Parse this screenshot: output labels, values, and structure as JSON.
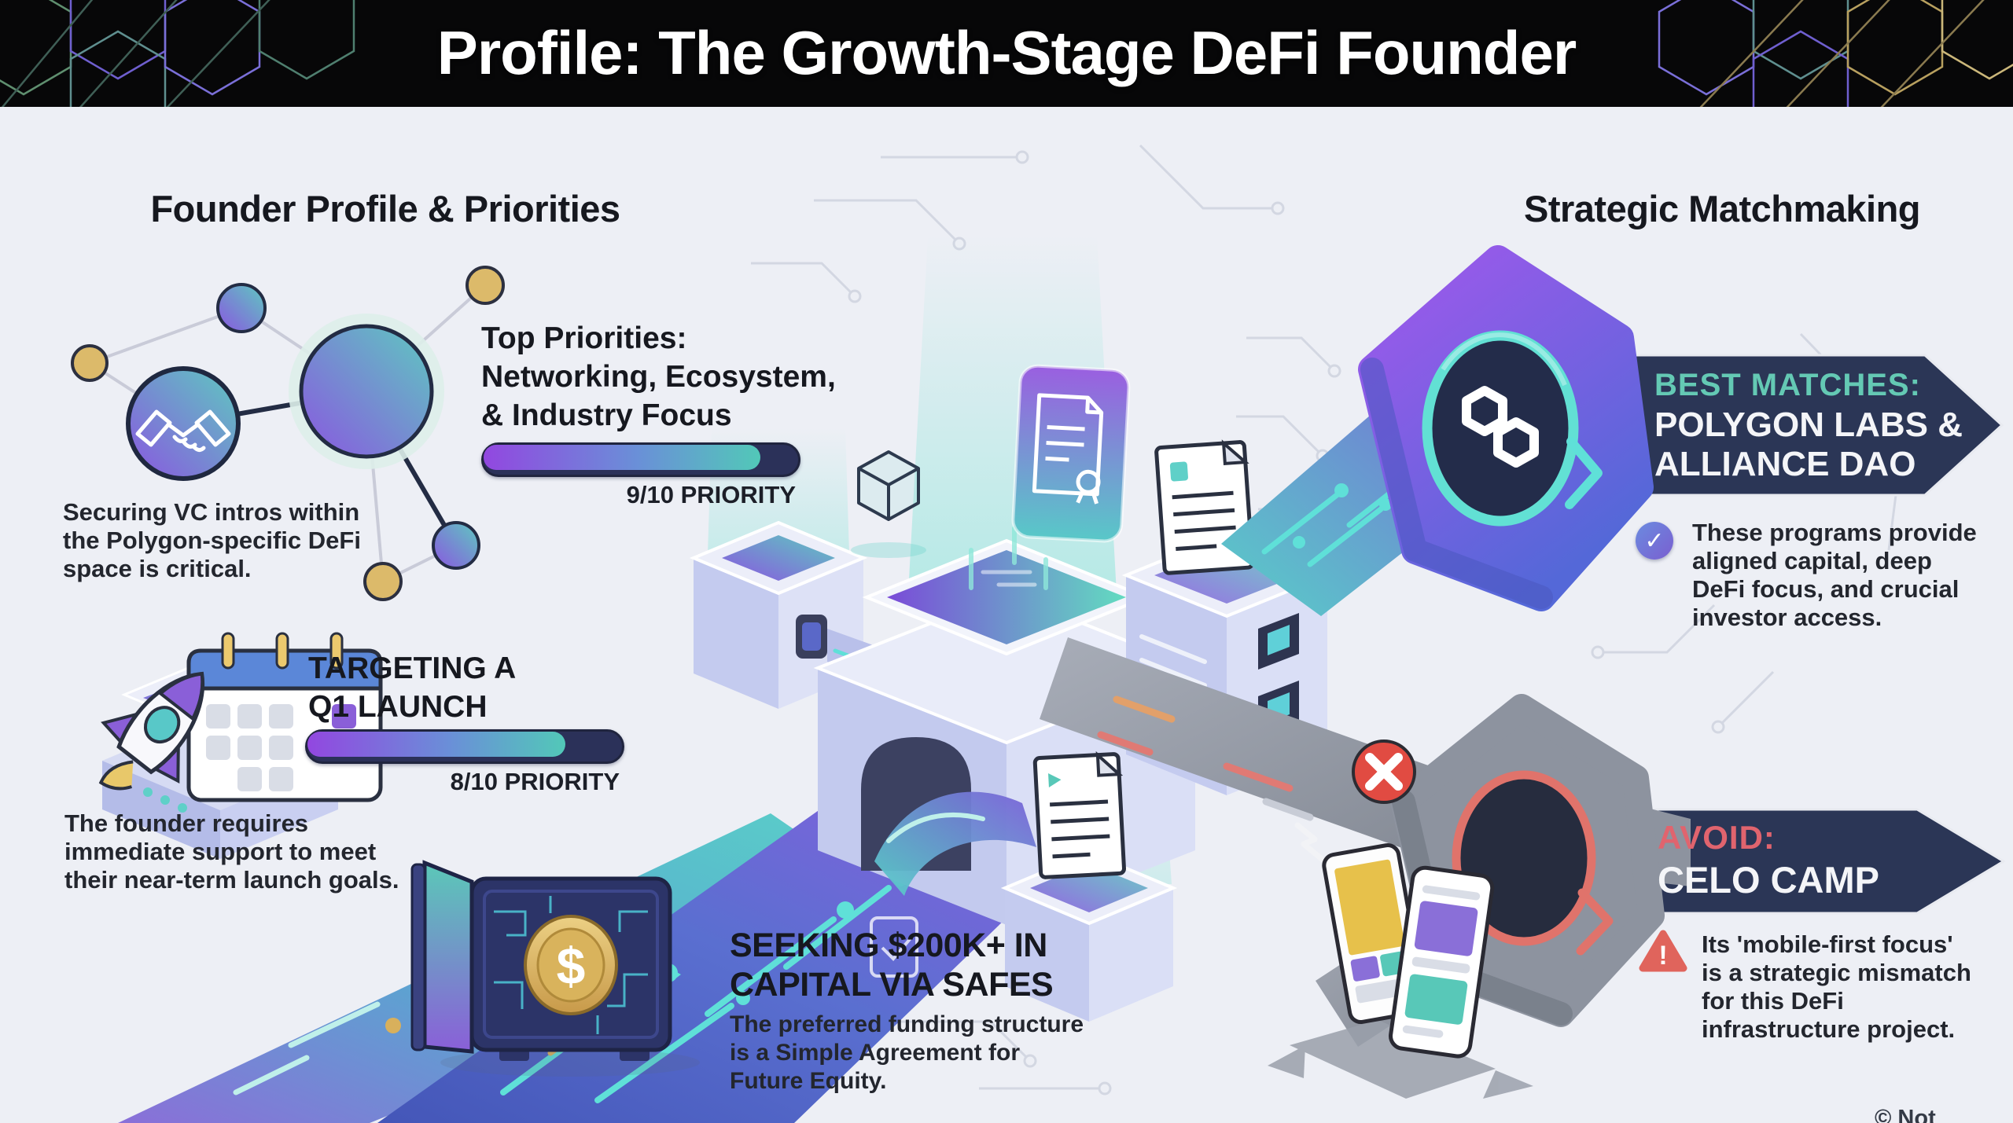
{
  "header": {
    "title": "Profile: The Growth-Stage DeFi Founder"
  },
  "left_section": {
    "heading": "Founder Profile & Priorities",
    "priority_networking": {
      "title_lines": [
        "Top Priorities:",
        "Networking, Ecosystem,",
        "& Industry Focus"
      ],
      "value": 9,
      "max": 10,
      "score_label": "9/10 PRIORITY",
      "note_lines": [
        "Securing VC intros within",
        "the Polygon-specific DeFi",
        "space is critical."
      ]
    },
    "priority_launch": {
      "title_lines": [
        "TARGETING A",
        "Q1 LAUNCH"
      ],
      "value": 8,
      "max": 10,
      "score_label": "8/10 PRIORITY",
      "note_lines": [
        "The founder requires",
        "immediate support to meet",
        "their near-term launch goals."
      ]
    },
    "funding": {
      "title_lines": [
        "SEEKING $200K+ IN",
        "CAPITAL VIA SAFES"
      ],
      "note_lines": [
        "The preferred funding structure",
        "is a Simple Agreement for",
        "Future Equity."
      ]
    }
  },
  "right_section": {
    "heading": "Strategic Matchmaking",
    "best_matches": {
      "label": "BEST MATCHES:",
      "name_lines": [
        "POLYGON LABS &",
        "ALLIANCE DAO"
      ],
      "note_lines": [
        "These programs provide",
        "aligned capital, deep",
        "DeFi focus, and crucial",
        "investor access."
      ]
    },
    "avoid": {
      "label": "AVOID:",
      "name_lines": [
        "CELO CAMP"
      ],
      "note_lines": [
        "Its 'mobile-first focus'",
        "is a strategic mismatch",
        "for this DeFi",
        "infrastructure project."
      ]
    }
  },
  "footer": {
    "watermark": "© Not"
  },
  "icons": {
    "check": "✓",
    "cross": "✕",
    "warning": "!",
    "dollar": "$"
  },
  "colors": {
    "header_bg": "#070708",
    "accent_purple": "#9247e0",
    "accent_teal": "#52c8b8",
    "bar_track": "#2b3159",
    "banner_navy": "#2b3656",
    "best_label_teal": "#64c9b4",
    "avoid_label_red": "#e0646e",
    "warning_red": "#e0645c",
    "gold": "#dcba6a"
  }
}
